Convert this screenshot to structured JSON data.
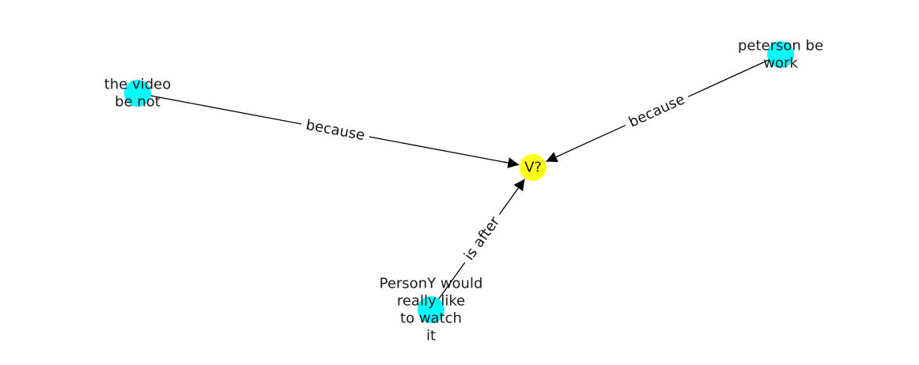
{
  "colors": {
    "source_node": "#00ffff",
    "target_node": "#ffff1a",
    "edge": "#000000",
    "background": "#ffffff"
  },
  "nodes": [
    {
      "id": "n_video",
      "lines": [
        "the video",
        "be not"
      ],
      "kind": "source"
    },
    {
      "id": "n_peterson",
      "lines": [
        "peterson be",
        "work"
      ],
      "kind": "source"
    },
    {
      "id": "n_persony",
      "lines": [
        "PersonY would",
        "really like",
        "to watch",
        "it"
      ],
      "kind": "source"
    },
    {
      "id": "n_v",
      "lines": [
        "V?"
      ],
      "kind": "target"
    }
  ],
  "edges": [
    {
      "from": "n_video",
      "to": "n_v",
      "label": "because"
    },
    {
      "from": "n_peterson",
      "to": "n_v",
      "label": "because"
    },
    {
      "from": "n_persony",
      "to": "n_v",
      "label": "is after"
    }
  ]
}
